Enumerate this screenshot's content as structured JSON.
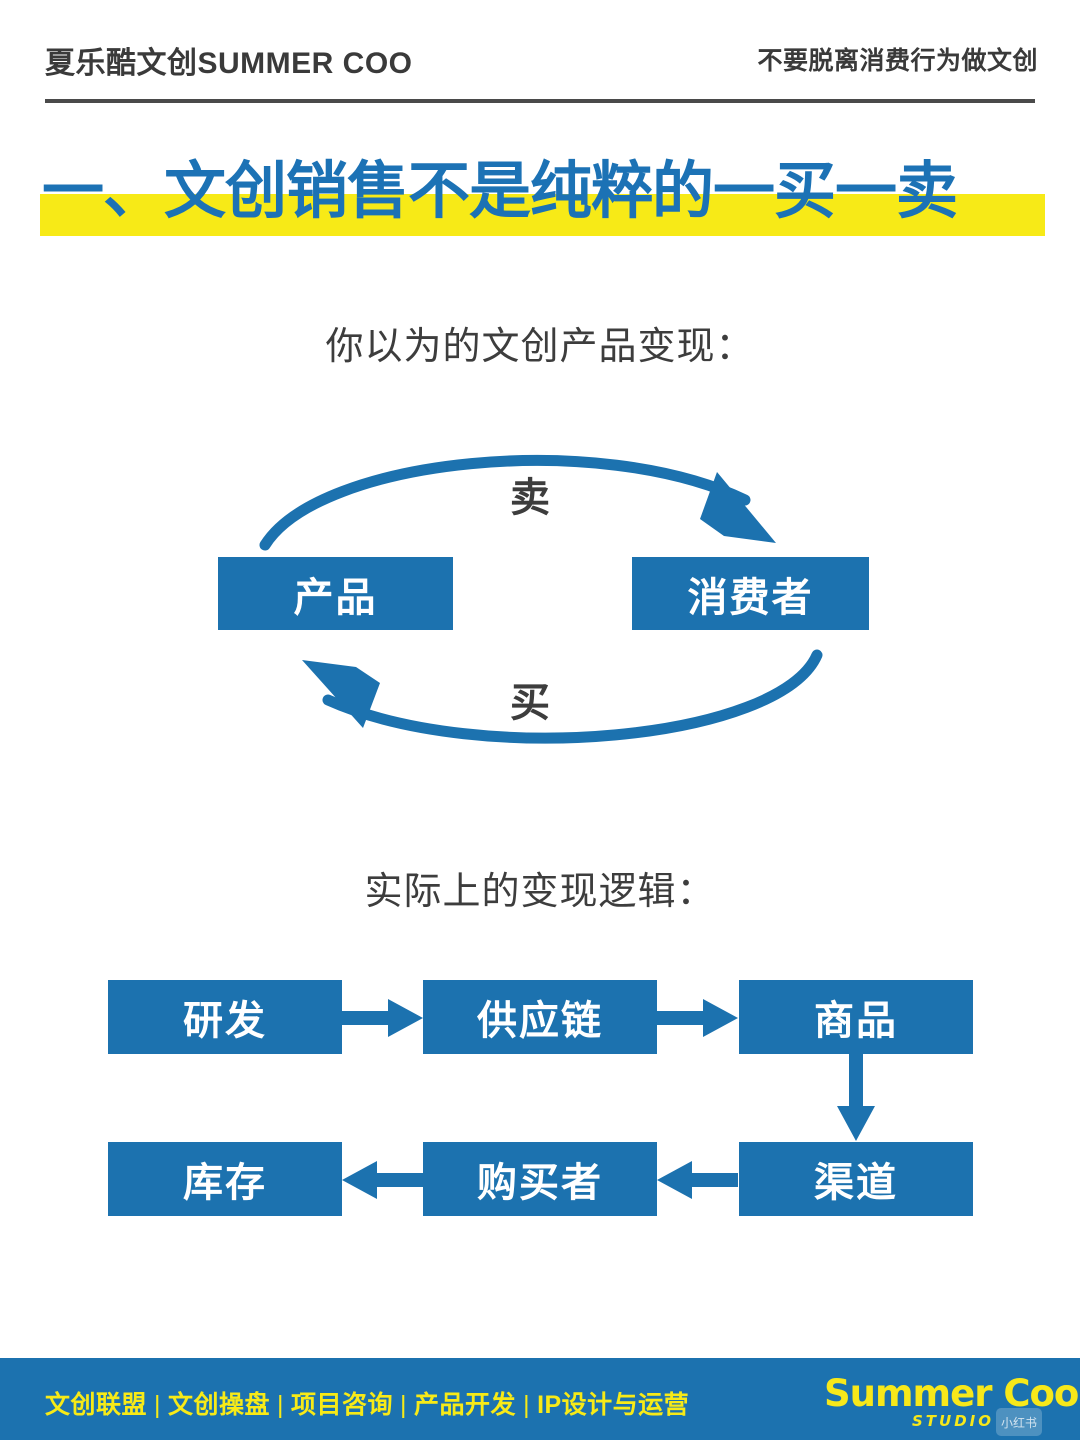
{
  "header": {
    "brand_title": "夏乐酷文创SUMMER COO",
    "tagline": "不要脱离消费行为做文创"
  },
  "headline": {
    "text": "一、文创销售不是纯粹的一买一卖",
    "highlight_color": "#F7EA17",
    "text_color": "#1C72B5"
  },
  "sections": {
    "caption_one": "你以为的文创产品变现：",
    "caption_two": "实际上的变现逻辑："
  },
  "cycle_diagram": {
    "box_left": "产品",
    "box_right": "消费者",
    "arrow_top_label": "卖",
    "arrow_bottom_label": "买",
    "box_color": "#1C72AF",
    "arrow_color": "#1C72AF"
  },
  "flow_diagram": {
    "boxes": [
      {
        "id": "rd",
        "label": "研发"
      },
      {
        "id": "supply",
        "label": "供应链"
      },
      {
        "id": "goods",
        "label": "商品"
      },
      {
        "id": "channel",
        "label": "渠道"
      },
      {
        "id": "buyer",
        "label": "购买者"
      },
      {
        "id": "inventory",
        "label": "库存"
      }
    ],
    "box_color": "#1C72AF",
    "arrow_color": "#1C72AF"
  },
  "footer": {
    "links": [
      "文创联盟",
      "文创操盘",
      "项目咨询",
      "产品开发",
      "IP设计与运营"
    ],
    "separator": "|",
    "logo_name": "Summer Coo",
    "logo_sub": "STUDIO",
    "watermark": "小红书",
    "background": "#1C72AF",
    "text_color": "#F7EA17"
  }
}
